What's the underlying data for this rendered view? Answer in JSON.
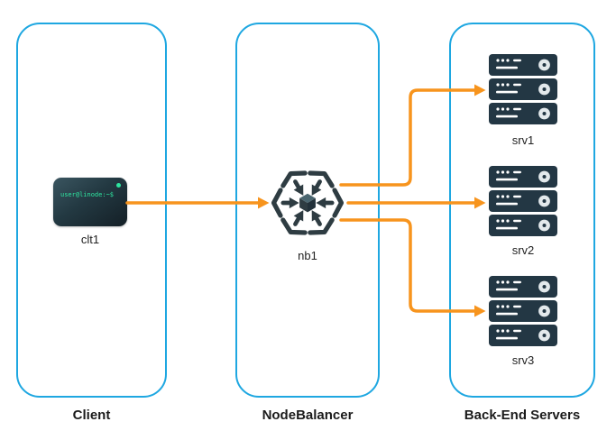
{
  "diagram": {
    "columns": [
      {
        "label": "Client"
      },
      {
        "label": "NodeBalancer"
      },
      {
        "label": "Back-End Servers"
      }
    ],
    "nodes": {
      "client": {
        "label": "clt1",
        "terminal_prompt": "user@linode:~$"
      },
      "nodebalancer": {
        "label": "nb1"
      },
      "servers": [
        {
          "label": "srv1"
        },
        {
          "label": "srv2"
        },
        {
          "label": "srv3"
        }
      ]
    },
    "connections": [
      {
        "from": "clt1",
        "to": "nb1"
      },
      {
        "from": "nb1",
        "to": "srv1"
      },
      {
        "from": "nb1",
        "to": "srv2"
      },
      {
        "from": "nb1",
        "to": "srv3"
      }
    ],
    "colors": {
      "column_border": "#1EA7E1",
      "arrow": "#F7941D",
      "icon_dark": "#2E3C42",
      "server_dark": "#233744",
      "terminal_green": "#2EE6A0"
    }
  }
}
